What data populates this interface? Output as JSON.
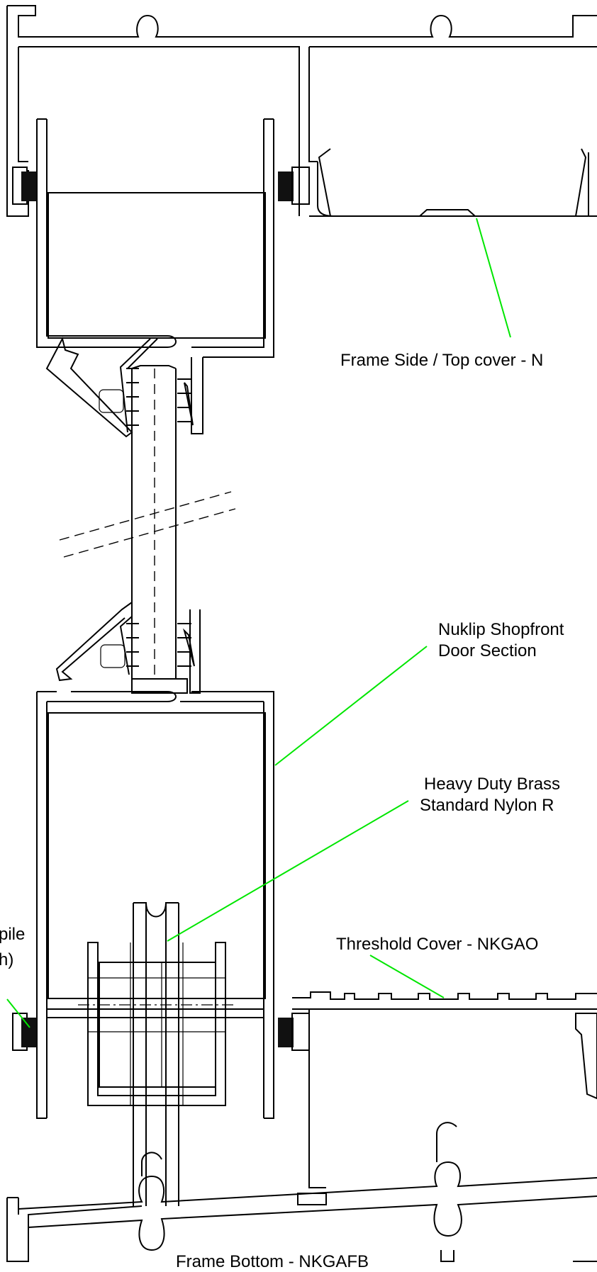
{
  "labels": {
    "frame_side_top_cover": "Frame Side / Top cover - N",
    "nuklip_line1": "Nuklip Shopfront",
    "nuklip_line2": "Door Section",
    "brass_line1": "Heavy Duty Brass",
    "brass_line2": "Standard Nylon R",
    "pile_line1": "pile",
    "pile_line2": "h)",
    "threshold_cover": "Threshold Cover - NKGAO",
    "frame_bottom": "Frame Bottom - NKGAFB"
  },
  "colors": {
    "line": "#000000",
    "leader": "#00e600",
    "background": "#ffffff"
  }
}
